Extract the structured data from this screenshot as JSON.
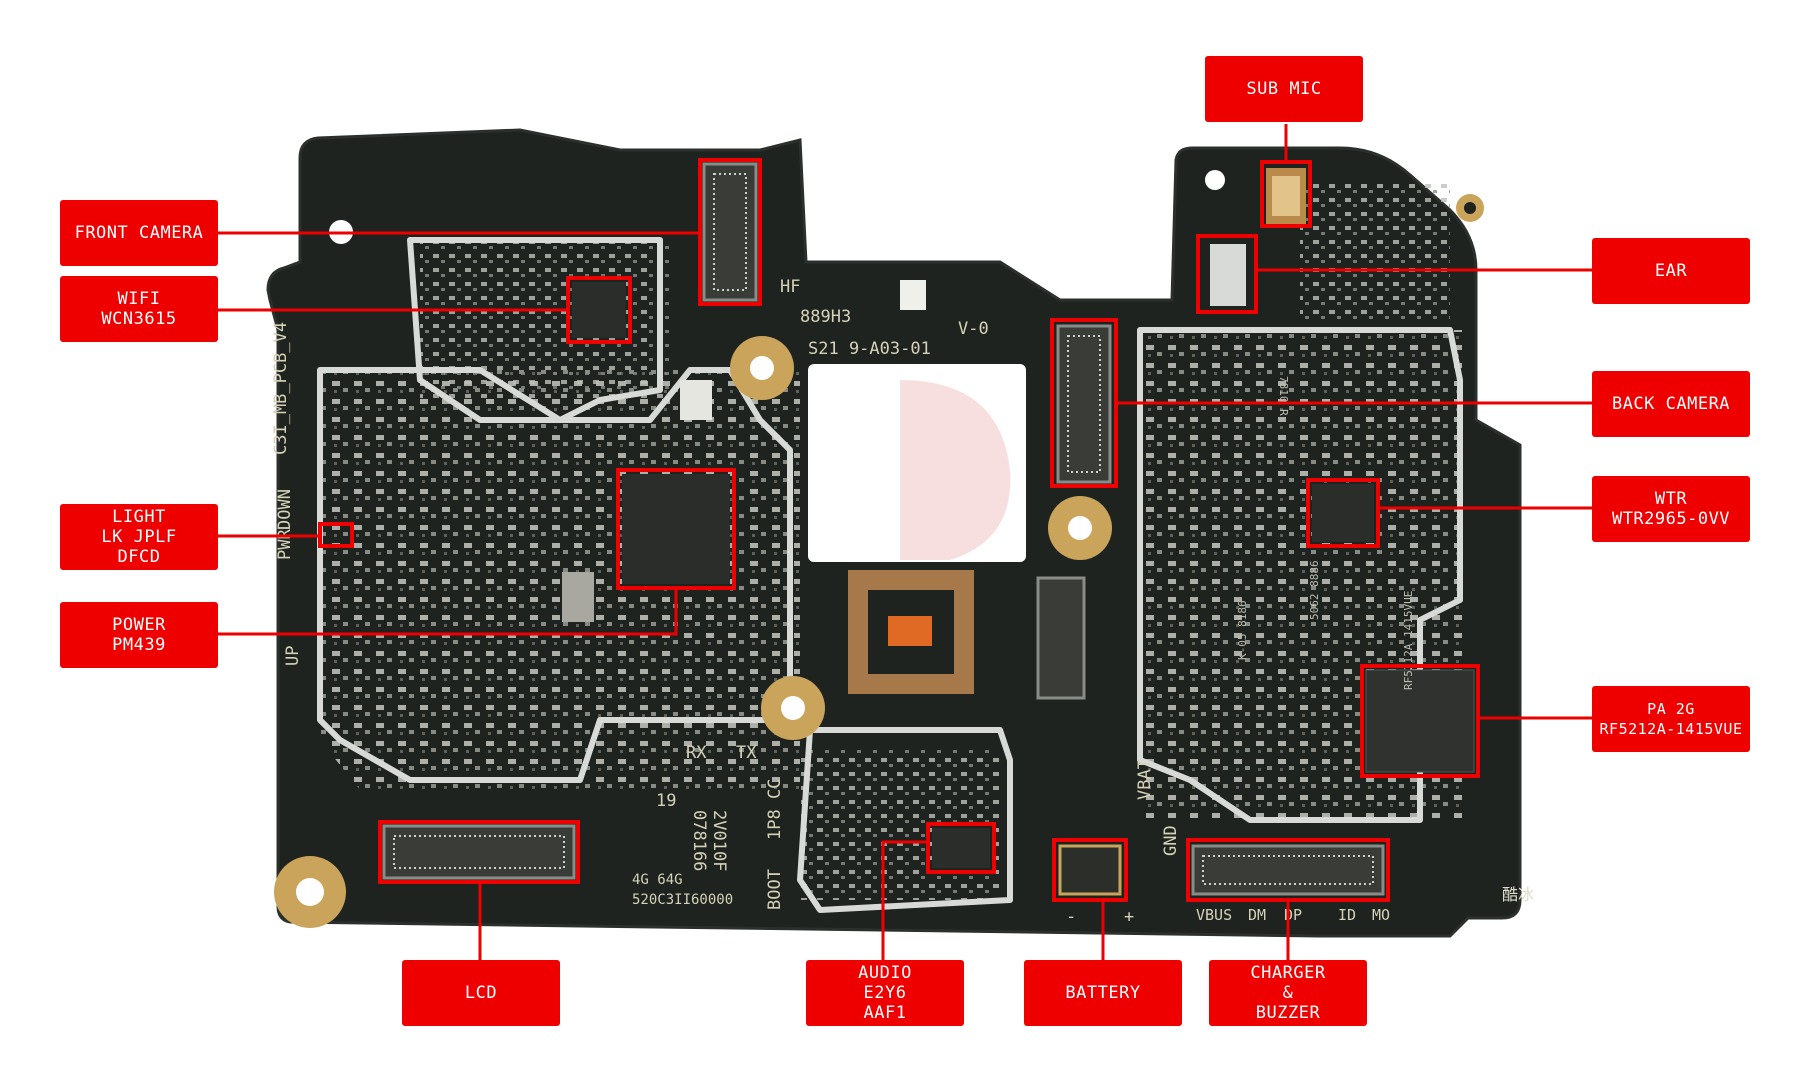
{
  "board": {
    "pcb_text": "C3I_MB_PCB_V4",
    "silk_top": "889H3",
    "silk_top2": "S21 9-A03-01",
    "silk_v": "V-0",
    "silk_hf": "HF",
    "silk_pwr": "PWR",
    "silk_down": "DOWN",
    "silk_up": "UP",
    "silk_rx": "RX",
    "silk_tx": "TX",
    "silk_vbat": "VBAT",
    "silk_gnd": "GND",
    "silk_boot": "BOOT",
    "silk_ipc": "1P8 CC",
    "silk_19": "19",
    "silk_serial1": "2V010F",
    "silk_serial2": "078166",
    "silk_mem": "4G 64G",
    "silk_code": "520C3II60000",
    "silk_minus": "-",
    "silk_plus": "+",
    "silk_vbus": "VBUS",
    "silk_dm": "DM",
    "silk_dp": "DP",
    "silk_id": "ID",
    "silk_mo": "MO",
    "silk_logo": "酷冰",
    "chip_wtr_mark": "7810\nR",
    "chip_pa_mark": "RF5212A\n1415VUE",
    "chip_mid_mark": "5062\n8886",
    "chip_k": "K-05\n8186"
  },
  "callouts": {
    "sub_mic": "SUB MIC",
    "front_camera": "FRONT CAMERA",
    "wifi": "WIFI\nWCN3615",
    "ear": "EAR",
    "back_camera": "BACK CAMERA",
    "light": "LIGHT\nLK JPLF\nDFCD",
    "wtr": "WTR\nWTR2965-0VV",
    "power": "POWER\nPM439",
    "pa_2g": "PA 2G\nRF5212A-1415VUE",
    "lcd": "LCD",
    "audio": "AUDIO\nE2Y6\nAAF1",
    "battery": "BATTERY",
    "charger": "CHARGER\n&\nBUZZER"
  },
  "colors": {
    "callout_bg": "#ee0000",
    "callout_text": "#ffffff",
    "pcb": "#1f2320",
    "shield": "#d8dad8",
    "gold": "#c9a45a"
  }
}
